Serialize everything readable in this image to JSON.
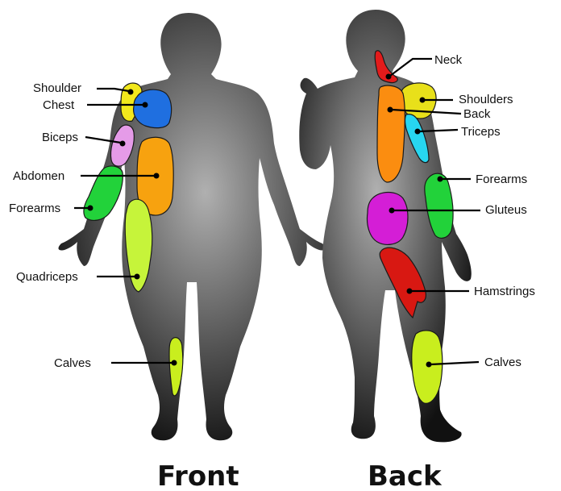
{
  "views": {
    "front": {
      "caption": "Front",
      "labels": {
        "shoulder": "Shoulder",
        "chest": "Chest",
        "biceps": "Biceps",
        "abdomen": "Abdomen",
        "forearms": "Forearms",
        "quadriceps": "Quadriceps",
        "calves": "Calves"
      }
    },
    "back": {
      "caption": "Back",
      "labels": {
        "neck": "Neck",
        "shoulders": "Shoulders",
        "back": "Back",
        "triceps": "Triceps",
        "forearms": "Forearms",
        "gluteus": "Gluteus",
        "hamstrings": "Hamstrings",
        "calves": "Calves"
      }
    }
  },
  "colors": {
    "shoulder": "#f2e81c",
    "chest": "#1f6fe0",
    "biceps": "#e59be8",
    "abdomen": "#f7a20f",
    "forearms": "#22d23a",
    "quadriceps": "#c6f43a",
    "calves": "#c9ee1e",
    "neck": "#e31b1b",
    "shoulders_back": "#e8e01a",
    "back": "#fb8d10",
    "triceps": "#27d6f0",
    "gluteus": "#d41ed6",
    "hamstrings": "#d81812",
    "body_light": "#a6a6a6",
    "body_dark": "#101010"
  }
}
